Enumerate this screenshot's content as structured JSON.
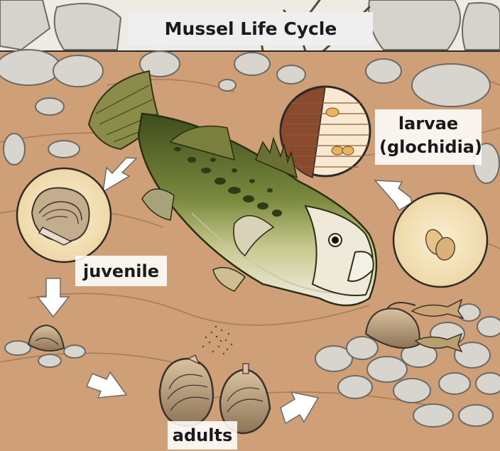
{
  "title": "Mussel Life Cycle",
  "stages": {
    "larvae": {
      "line1": "larvae",
      "line2": "(glochidia)"
    },
    "juvenile": "juvenile",
    "adults": "adults"
  },
  "colors": {
    "sky": "#f4f4f4",
    "sediment": "#cf9f74",
    "sediment_dark": "#b98558",
    "rock": "#d8d5cf",
    "rock_shade": "#b9b5ae",
    "fish_back": "#5a6a2c",
    "fish_belly": "#f2efe6",
    "fish_spot": "#2f3a16",
    "inset_circle": "#f3e3bd",
    "shell": "#b09878",
    "arrow": "#ffffff"
  },
  "icons": [
    "fish",
    "mussel-shell",
    "glochidia-larva",
    "juvenile-mussel",
    "flow-arrow"
  ]
}
